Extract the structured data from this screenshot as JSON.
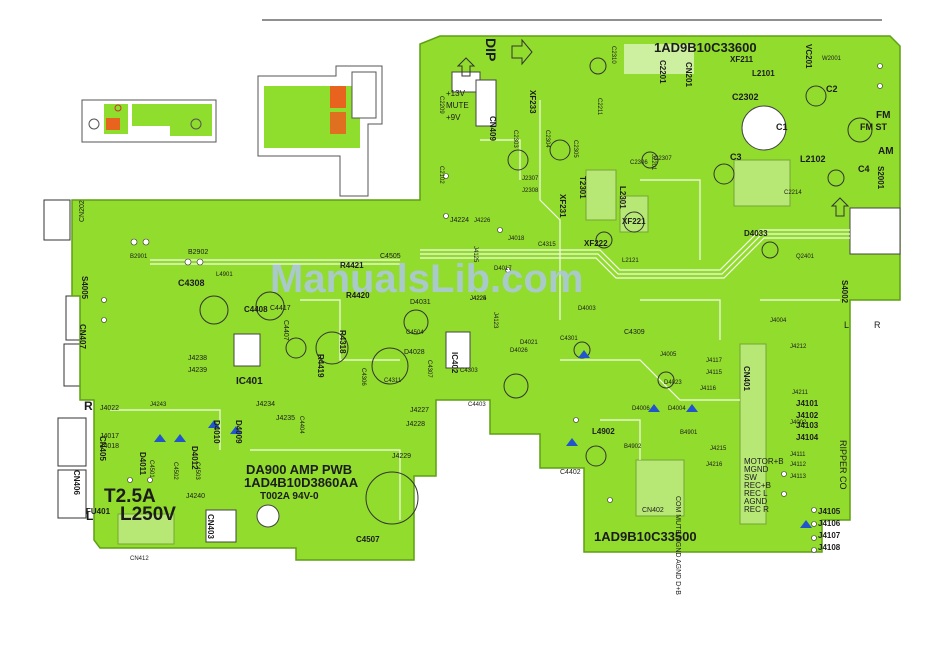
{
  "board": {
    "title_main": "DA900 AMP PWB",
    "title_sub": "1AD4B10D3860AA",
    "title_rev": "T002A 94V-0",
    "code_top": "1AD9B10C33600",
    "code_bottom": "1AD9B10C33500",
    "fuse_rating_a": "T2.5A",
    "fuse_rating_v": "L250V",
    "dip": "DIP",
    "voltage_13": "+13V",
    "mute": "MUTE",
    "voltage_9": "+9V",
    "fm": "FM",
    "fm_st": "FM ST",
    "am": "AM",
    "l_mark": "L",
    "r_mark": "R",
    "l_mark_2": "L",
    "r_mark_2": "R",
    "motor": "MOTOR+B",
    "mgnd": "MGND",
    "sw": "SW",
    "rec_b": "REC+B",
    "rec_l": "REC L",
    "agnd": "AGND",
    "rec_r": "REC R",
    "ripper": "RIPPER CO",
    "cn402_pins": "COM\nMUTE\nMGND\nAGND\nD+B"
  },
  "watermark": "ManualsLib.com",
  "labels": [
    {
      "text": "CN202"
    },
    {
      "text": "B2901"
    },
    {
      "text": "B2902"
    },
    {
      "text": "L4901"
    },
    {
      "text": "C4308"
    },
    {
      "text": "S4005"
    },
    {
      "text": "CN407"
    },
    {
      "text": "C4408"
    },
    {
      "text": "C4417"
    },
    {
      "text": "C4407"
    },
    {
      "text": "J4238"
    },
    {
      "text": "J4239"
    },
    {
      "text": "IC401"
    },
    {
      "text": "J4243"
    },
    {
      "text": "J4022"
    },
    {
      "text": "CN405"
    },
    {
      "text": "J4017"
    },
    {
      "text": "J4018"
    },
    {
      "text": "D4011"
    },
    {
      "text": "D4012"
    },
    {
      "text": "D4010"
    },
    {
      "text": "D4009"
    },
    {
      "text": "C4501"
    },
    {
      "text": "C4502"
    },
    {
      "text": "C4503"
    },
    {
      "text": "CN406"
    },
    {
      "text": "FU401"
    },
    {
      "text": "J4240"
    },
    {
      "text": "CN403"
    },
    {
      "text": "CN412"
    },
    {
      "text": "C4507"
    },
    {
      "text": "J4229"
    },
    {
      "text": "J4234"
    },
    {
      "text": "J4235"
    },
    {
      "text": "C4404"
    },
    {
      "text": "R4421"
    },
    {
      "text": "R4420"
    },
    {
      "text": "R4318"
    },
    {
      "text": "R4419"
    },
    {
      "text": "C4505"
    },
    {
      "text": "D4031"
    },
    {
      "text": "C4504"
    },
    {
      "text": "D4028"
    },
    {
      "text": "C4311"
    },
    {
      "text": "C4306"
    },
    {
      "text": "C4307"
    },
    {
      "text": "IC402"
    },
    {
      "text": "C4303"
    },
    {
      "text": "J4227"
    },
    {
      "text": "J4228"
    },
    {
      "text": "C4403"
    },
    {
      "text": "J4224"
    },
    {
      "text": "J4125"
    },
    {
      "text": "J4018"
    },
    {
      "text": "C4315"
    },
    {
      "text": "D4017"
    },
    {
      "text": "J4123"
    },
    {
      "text": "D4021"
    },
    {
      "text": "D4026"
    },
    {
      "text": "C4301"
    },
    {
      "text": "C4309"
    },
    {
      "text": "D4003"
    },
    {
      "text": "C4402"
    },
    {
      "text": "L4902"
    },
    {
      "text": "J4005"
    },
    {
      "text": "D4006"
    },
    {
      "text": "D4004"
    },
    {
      "text": "B4901"
    },
    {
      "text": "B4902"
    },
    {
      "text": "D4023"
    },
    {
      "text": "J4116"
    },
    {
      "text": "J4117"
    },
    {
      "text": "J4115"
    },
    {
      "text": "CN402"
    },
    {
      "text": "J4215"
    },
    {
      "text": "J4216"
    },
    {
      "text": "CN401"
    },
    {
      "text": "J4004"
    },
    {
      "text": "J4212"
    },
    {
      "text": "J4211"
    },
    {
      "text": "J4101"
    },
    {
      "text": "J4102"
    },
    {
      "text": "J4103"
    },
    {
      "text": "J4104"
    },
    {
      "text": "J4002"
    },
    {
      "text": "J4111"
    },
    {
      "text": "J4112"
    },
    {
      "text": "J4113"
    },
    {
      "text": "J4105"
    },
    {
      "text": "J4106"
    },
    {
      "text": "J4107"
    },
    {
      "text": "J4108"
    },
    {
      "text": "S4002"
    },
    {
      "text": "CN409"
    },
    {
      "text": "XF233"
    },
    {
      "text": "XF231"
    },
    {
      "text": "XF222"
    },
    {
      "text": "XF221"
    },
    {
      "text": "T2301"
    },
    {
      "text": "L2301"
    },
    {
      "text": "J2307"
    },
    {
      "text": "J2308"
    },
    {
      "text": "C2303"
    },
    {
      "text": "C2304"
    },
    {
      "text": "C2305"
    },
    {
      "text": "C2306"
    },
    {
      "text": "C2310"
    },
    {
      "text": "C2201"
    },
    {
      "text": "CN201"
    },
    {
      "text": "XF211"
    },
    {
      "text": "L2101"
    },
    {
      "text": "VC201"
    },
    {
      "text": "W2001"
    },
    {
      "text": "C2302"
    },
    {
      "text": "C2"
    },
    {
      "text": "C1"
    },
    {
      "text": "L2102"
    },
    {
      "text": "C3"
    },
    {
      "text": "C4"
    },
    {
      "text": "S2001"
    },
    {
      "text": "D4033"
    },
    {
      "text": "L2121"
    },
    {
      "text": "Q2401"
    },
    {
      "text": "C2214"
    },
    {
      "text": "C2307"
    },
    {
      "text": "J2201"
    },
    {
      "text": "C2211"
    },
    {
      "text": "C2209"
    },
    {
      "text": "C2102"
    },
    {
      "text": "J4226"
    },
    {
      "text": "J4225"
    },
    {
      "text": "J4224"
    }
  ]
}
